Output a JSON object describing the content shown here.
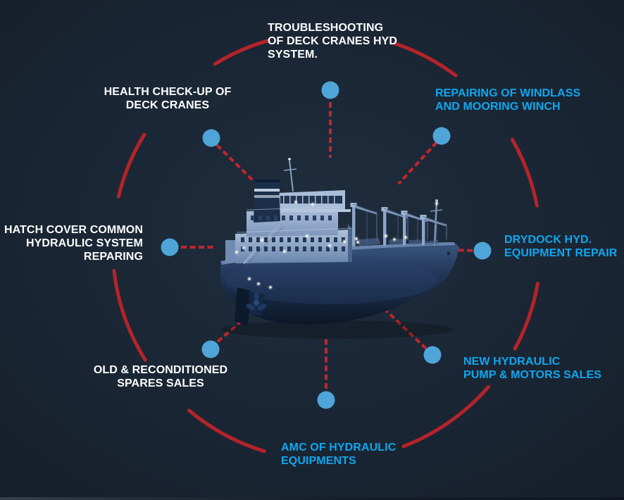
{
  "diagram": {
    "subject": "ship hydraulic services infographic",
    "center_image": "cargo-ship",
    "colors": {
      "background": "#1a2634",
      "ring_red": "#b5232a",
      "connector_red": "#c0262c",
      "node_blue": "#4fa4d8",
      "label_blue": "#0fa7ef",
      "label_white": "#ffffff",
      "ship_blue": "#8aa4c6"
    },
    "items": [
      {
        "position": "top",
        "color": "white",
        "label": "TROUBLESHOOTING\nOF DECK CRANES HYD\nSYSTEM."
      },
      {
        "position": "top-right",
        "color": "blue",
        "label": "REPAIRING OF WINDLASS\nAND MOORING WINCH"
      },
      {
        "position": "right",
        "color": "blue",
        "label": "DRYDOCK HYD.\nEQUIPMENT REPAIR"
      },
      {
        "position": "bottom-right",
        "color": "blue",
        "label": "NEW HYDRAULIC\nPUMP & MOTORS SALES"
      },
      {
        "position": "bottom",
        "color": "blue",
        "label": "AMC OF HYDRAULIC\nEQUIPMENTS"
      },
      {
        "position": "bottom-left",
        "color": "white",
        "label": "OLD & RECONDITIONED\nSPARES SALES"
      },
      {
        "position": "left",
        "color": "white",
        "label": "HATCH COVER COMMON\nHYDRAULIC SYSTEM\nREPARING"
      },
      {
        "position": "top-left",
        "color": "white",
        "label": "HEALTH CHECK-UP OF\nDECK CRANES"
      }
    ]
  }
}
